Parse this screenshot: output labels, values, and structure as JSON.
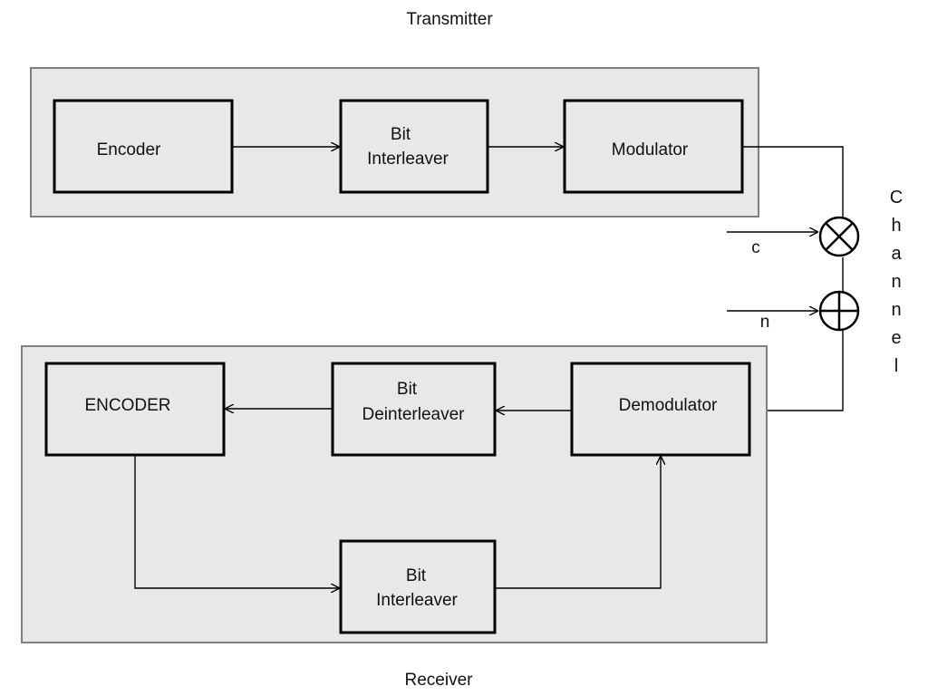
{
  "transmitter": {
    "title": "Transmitter",
    "encoder": "Encoder",
    "interleaver": [
      "Bit",
      "Interleaver"
    ],
    "modulator": "Modulator"
  },
  "channel": {
    "letters": [
      "C",
      "h",
      "a",
      "n",
      "n",
      "e",
      "l"
    ],
    "multiplier_input": "c",
    "adder_input": "n"
  },
  "receiver": {
    "title": "Receiver",
    "decoder": "ENCODER",
    "deinterleaver": [
      "Bit",
      "Deinterleaver"
    ],
    "demodulator": "Demodulator",
    "feedback_interleaver": [
      "Bit",
      "Interleaver"
    ]
  },
  "colors": {
    "panel_fill": "#e8e8e8",
    "panel_border": "#808080",
    "block_border": "#000000"
  }
}
